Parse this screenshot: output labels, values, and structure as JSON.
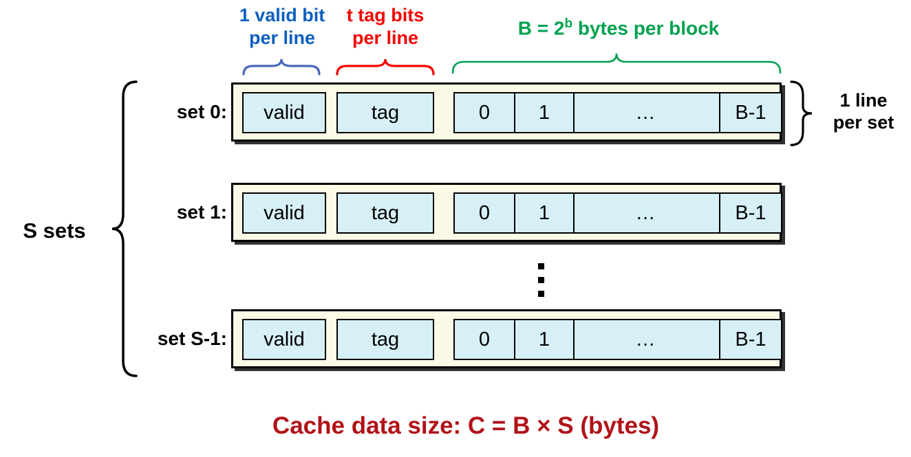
{
  "top_annotations": {
    "valid": {
      "line1": "1 valid bit",
      "line2": "per line",
      "color": "#0E5FC0"
    },
    "tag": {
      "line1": "t tag bits",
      "line2": "per line",
      "color": "#F50400"
    },
    "block": {
      "prefix": "B = 2",
      "superscript": "b",
      "suffix": " bytes per block",
      "color": "#00A150"
    }
  },
  "left_annotation": {
    "label": "S sets"
  },
  "right_annotation": {
    "line1": "1 line",
    "line2": "per set"
  },
  "rows": [
    {
      "label": "set 0:",
      "valid": "valid",
      "tag": "tag",
      "cells": [
        "0",
        "1",
        "…",
        "B-1"
      ]
    },
    {
      "label": "set 1:",
      "valid": "valid",
      "tag": "tag",
      "cells": [
        "0",
        "1",
        "…",
        "B-1"
      ]
    },
    {
      "label": "set S-1:",
      "valid": "valid",
      "tag": "tag",
      "cells": [
        "0",
        "1",
        "…",
        "B-1"
      ]
    }
  ],
  "caption": "Cache data size: C = B × S (bytes)",
  "colors": {
    "row_fill": "#FBFAE7",
    "cell_fill": "#D7F0F7",
    "caption": "#B11218",
    "border": "#000000"
  }
}
